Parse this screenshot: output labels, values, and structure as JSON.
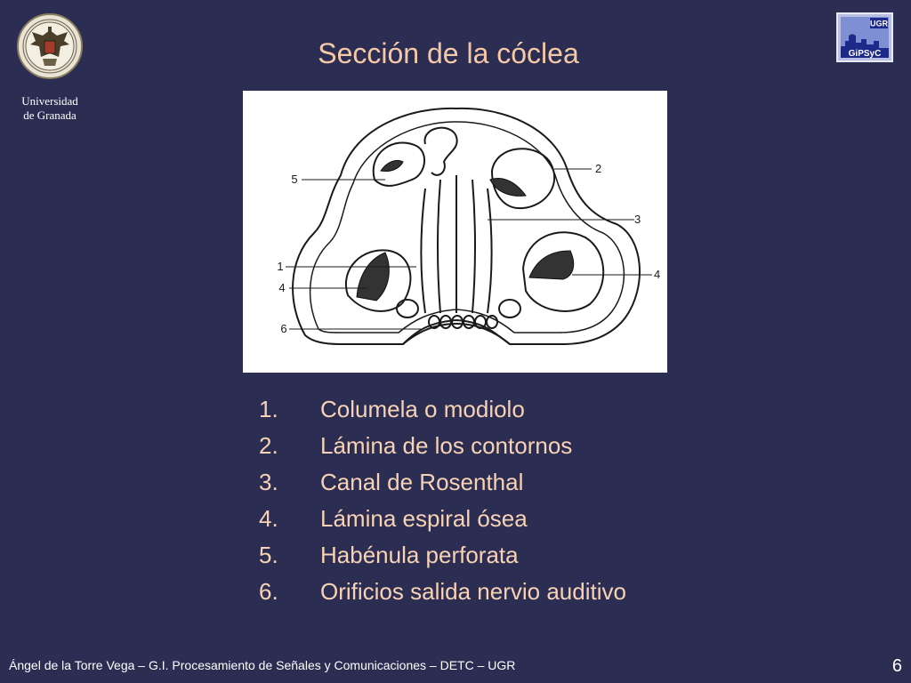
{
  "header": {
    "title": "Sección de la cóclea",
    "university_line1": "Universidad",
    "university_line2": "de Granada",
    "logo_top": "UGR",
    "logo_bottom": "GiPSyC"
  },
  "figure": {
    "labels": [
      "1",
      "2",
      "3",
      "4",
      "4",
      "5",
      "6"
    ]
  },
  "legend": [
    {
      "num": "1.",
      "text": "Columela o modiolo"
    },
    {
      "num": "2.",
      "text": "Lámina de los contornos"
    },
    {
      "num": "3.",
      "text": "Canal de Rosenthal"
    },
    {
      "num": "4.",
      "text": "Lámina espiral ósea"
    },
    {
      "num": "5.",
      "text": "Habénula perforata"
    },
    {
      "num": "6.",
      "text": "Orificios salida nervio auditivo"
    }
  ],
  "footer": {
    "text": "Ángel de la Torre Vega – G.I. Procesamiento de Señales y Comunicaciones – DETC – UGR",
    "page": "6"
  }
}
